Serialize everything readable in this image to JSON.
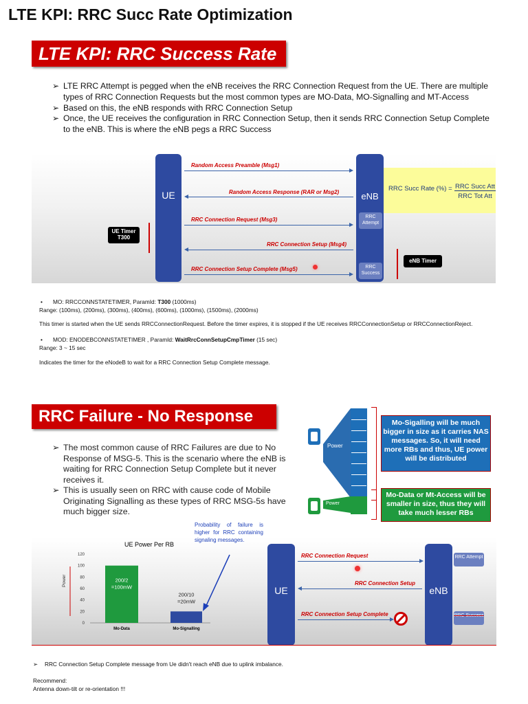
{
  "page_title": "LTE KPI: RRC Succ Rate Optimization",
  "slide1": {
    "banner": "LTE KPI: RRC Success Rate",
    "bullets": [
      "LTE RRC Attempt is pegged when the eNB receives the RRC Connection Request from the UE. There are multiple types of RRC Connection Requests but the most common types are MO-Data, MO-Signalling and MT-Access",
      "Based on this, the eNB responds with RRC Connection Setup",
      "Once, the UE receives the configuration in RRC Connection Setup, then it sends RRC Connection Setup Complete to the eNB. This is where the eNB pegs a RRC Success"
    ],
    "ue_label": "UE",
    "enb_label": "eNB",
    "messages": [
      "Random Access Preamble (Msg1)",
      "Random Access Response (RAR or Msg2)",
      "RRC Connection Request (Msg3)",
      "RRC Connection Setup (Msg4)",
      "RRC Connection Setup Complete (Msg5)"
    ],
    "rrc_attempt": "RRC Attempt",
    "rrc_success": "RRC Success",
    "ue_timer": "UE Timer T300",
    "enb_timer": "eNB Timer",
    "rate_label": "RRC Succ Rate (%) =",
    "rate_numerator": "RRC Succ Att",
    "rate_denominator": "RRC Tot Att"
  },
  "notes": {
    "t300_prefix": "MO: RRCCONNSTATETIMER, ParamId: ",
    "t300_param": "T300",
    "t300_suffix": " (1000ms)",
    "t300_range": "Range: (100ms), (200ms), (300ms), (400ms), (600ms), (1000ms), (1500ms), (2000ms)",
    "t300_desc": "This timer is started when the UE sends RRCConnectionRequest. Before the timer expires, it is stopped if the UE receives RRCConnectionSetup or RRCConnectionReject.",
    "enb_prefix": "MOD: ENODEBCONNSTATETIMER , ParamId: ",
    "enb_param": "WaitRrcConnSetupCmpTimer",
    "enb_suffix": " (15 sec)",
    "enb_range": "Range: 3 ~ 15 sec",
    "enb_desc": "Indicates the timer for the eNodeB to wait for a RRC Connection Setup Complete message."
  },
  "slide2": {
    "banner": "RRC Failure - No Response",
    "bullets": [
      "The most common cause of RRC Failures are due to No Response of MSG-5. This is the scenario where the eNB is waiting for RRC Connection Setup Complete but it never receives it.",
      "This is usually seen on RRC with cause code of Mobile Originating Signalling as these types of RRC MSG-5s have much bigger size."
    ],
    "power_label": "Power",
    "power_label_small": "Power",
    "blue_box": "Mo-Sigalling will be much bigger in size as it carries NAS messages. So, it will need more RBs and thus, UE power will be distributed",
    "green_box": "Mo-Data or Mt-Access will be smaller in size, thus they will take much lesser RBs",
    "annotation": "Probability of failure is higher for RRC containing signaling messages.",
    "ue_label": "UE",
    "enb_label": "eNB",
    "messages": [
      "RRC Connection Request",
      "RRC Connection Setup",
      "RRC Connection Setup Complete"
    ],
    "rrc_attempt": "RRC Attempt",
    "rrc_success": "RRC Success"
  },
  "chart_data": {
    "type": "bar",
    "title": "UE Power Per RB",
    "ylabel": "Power",
    "categories": [
      "Mo-Data",
      "Mo-Signalling"
    ],
    "values": [
      100,
      20
    ],
    "bar_labels": [
      "200/2 =100mW",
      "200/10 =20mW"
    ],
    "yticks": [
      0,
      20,
      40,
      60,
      80,
      100,
      120
    ],
    "ylim": [
      0,
      120
    ],
    "colors": [
      "#1f9a3e",
      "#2e4aa0"
    ]
  },
  "footer": {
    "bullet": "RRC Connection Setup Complete message from Ue didn't reach eNB due to uplink imbalance.",
    "recommend": "Recommend:",
    "action": "Antenna down-tilt or re-orientation !!!"
  }
}
